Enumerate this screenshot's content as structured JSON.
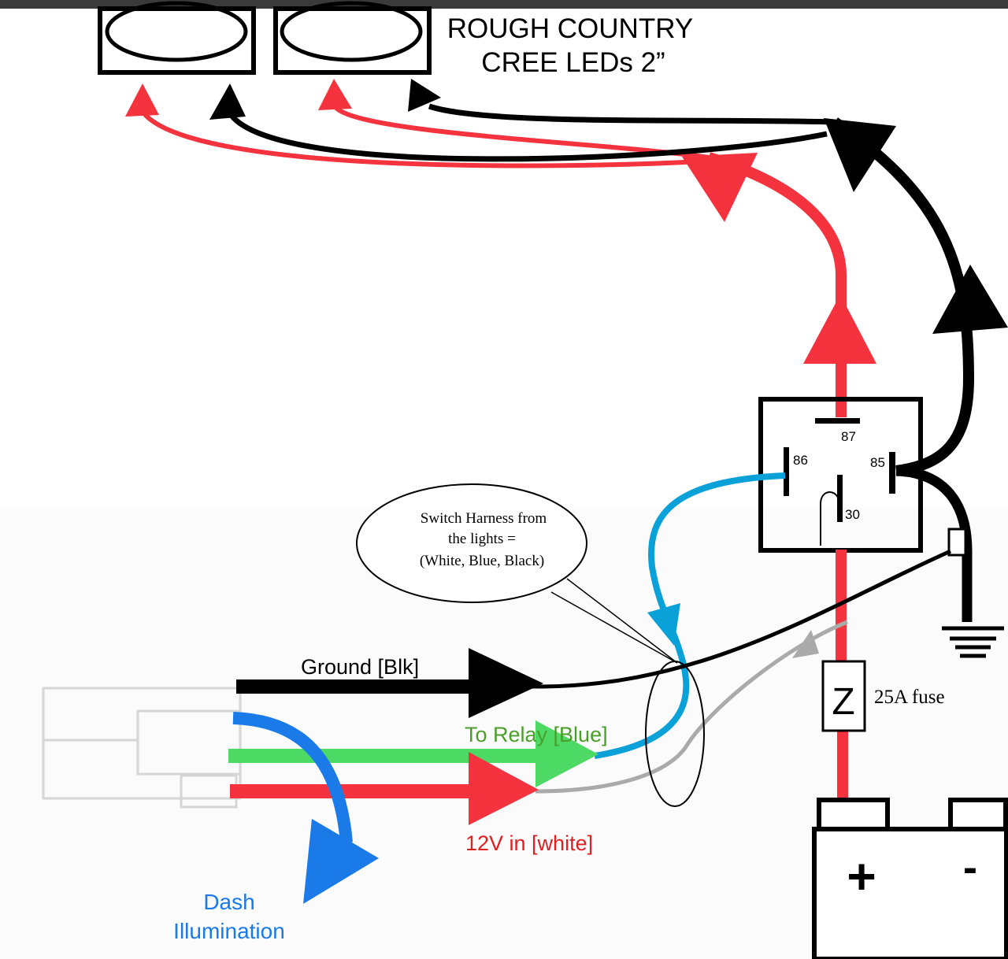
{
  "title": {
    "line1": "ROUGH COUNTRY",
    "line2": "CREE LEDs 2”"
  },
  "relay": {
    "pin87": "87",
    "pin86": "86",
    "pin85": "85",
    "pin30": "30"
  },
  "fuse": {
    "symbol": "Z",
    "label": "25A fuse"
  },
  "callout": {
    "line1": "Switch Harness from",
    "line2": "the lights =",
    "line3": "(White, Blue, Black)"
  },
  "wires": {
    "ground": "Ground [Blk]",
    "to_relay": "To Relay [Blue]",
    "v12_in": "12V in [white]",
    "dash_line1": "Dash",
    "dash_line2": "Illumination"
  },
  "battery": {
    "plus": "+",
    "minus": "-"
  },
  "colors": {
    "red": "#f5333f",
    "black": "#000000",
    "cyan": "#0aa0d8",
    "green": "#4cd964",
    "blue": "#1a7ae8",
    "gray": "#aaaaaa"
  }
}
